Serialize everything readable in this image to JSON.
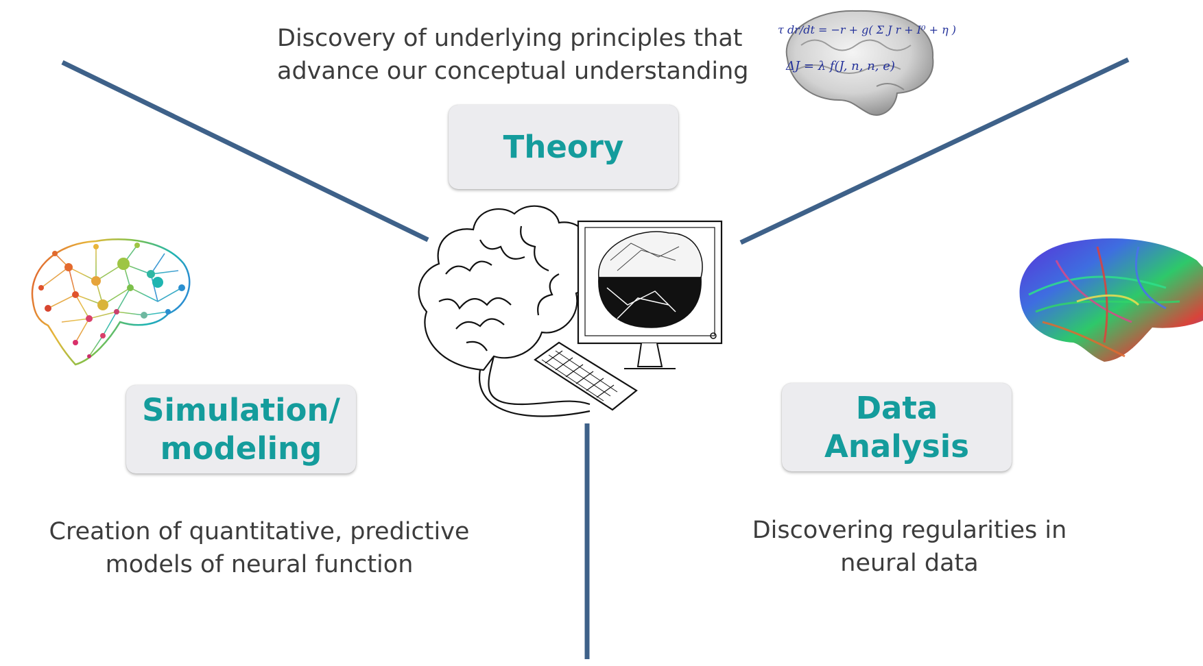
{
  "theory": {
    "label": "Theory",
    "description_lines": [
      "Discovery of underlying principles that",
      "advance our conceptual understanding"
    ],
    "equations": {
      "line1": "τ dr/dt = −r + g( Σ J r + I⁰ + η )",
      "line2": "ΔJ = λ f(J, n, n, e)"
    }
  },
  "simulation": {
    "label_lines": [
      "Simulation/",
      "modeling"
    ],
    "description_lines": [
      "Creation of quantitative, predictive",
      "models of neural function"
    ]
  },
  "data_analysis": {
    "label_lines": [
      "Data",
      "Analysis"
    ],
    "description_lines": [
      "Discovering regularities in",
      "neural data"
    ]
  },
  "colors": {
    "accent_teal": "#149c9c",
    "connector_blue": "#3e6189",
    "box_fill": "#ececef",
    "text_gray": "#3c3c3c"
  }
}
